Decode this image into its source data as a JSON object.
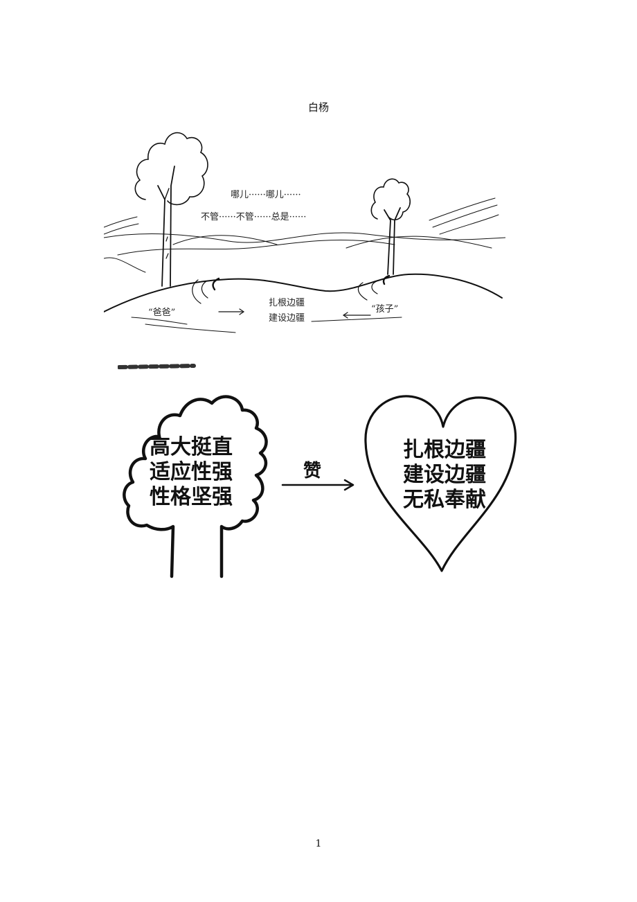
{
  "document": {
    "title": "白杨",
    "figure1": {
      "where_line": "哪儿······哪儿······",
      "always_line": "不管······不管······总是······",
      "father_label": "“爸爸”",
      "child_label": "“孩子”",
      "center_line1": "扎根边疆",
      "center_line2": "建设边疆"
    },
    "figure2": {
      "tree_text": [
        "高大挺直",
        "适应性强",
        "性格坚强"
      ],
      "arrow_label": "赞",
      "heart_text": [
        "扎根边疆",
        "建设边疆",
        "无私奉献"
      ]
    },
    "page_number": "1"
  }
}
